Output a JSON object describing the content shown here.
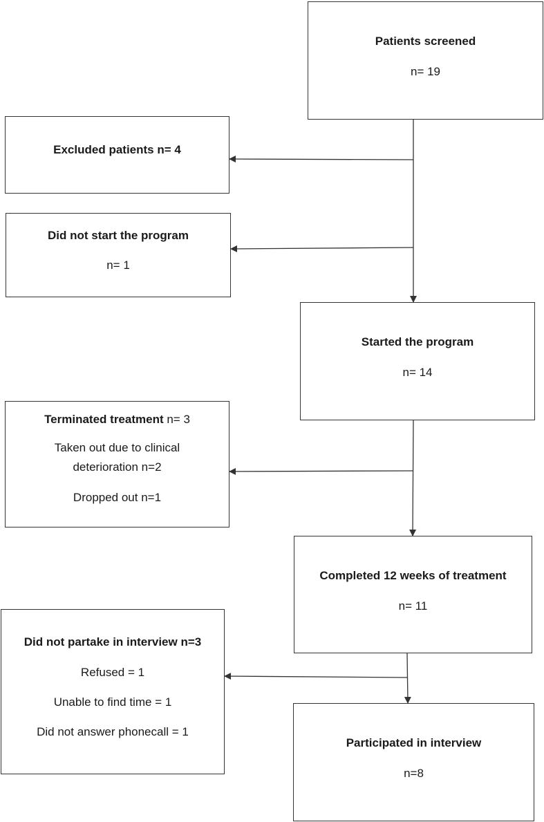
{
  "boxes": {
    "screened": {
      "title": "Patients screened",
      "count": "n= 19"
    },
    "excluded": {
      "title": "Excluded patients n= 4"
    },
    "not_started": {
      "title": "Did not start the program",
      "count": "n= 1"
    },
    "started": {
      "title": "Started the program",
      "count": "n= 14"
    },
    "terminated": {
      "title": "Terminated treatment",
      "title_count": " n= 3",
      "line1a": "Taken out due to clinical",
      "line1b": "deterioration n=2",
      "line2": "Dropped out n=1"
    },
    "completed": {
      "title": "Completed 12 weeks of treatment",
      "count": "n= 11"
    },
    "no_interview": {
      "title": "Did not partake in interview n=3",
      "line1": "Refused = 1",
      "line2": "Unable to find time = 1",
      "line3": "Did not answer phonecall = 1"
    },
    "participated": {
      "title": "Participated in interview",
      "count": "n=8"
    }
  },
  "colors": {
    "line": "#333333",
    "box_border": "#333333",
    "text": "#1a1a1a"
  }
}
